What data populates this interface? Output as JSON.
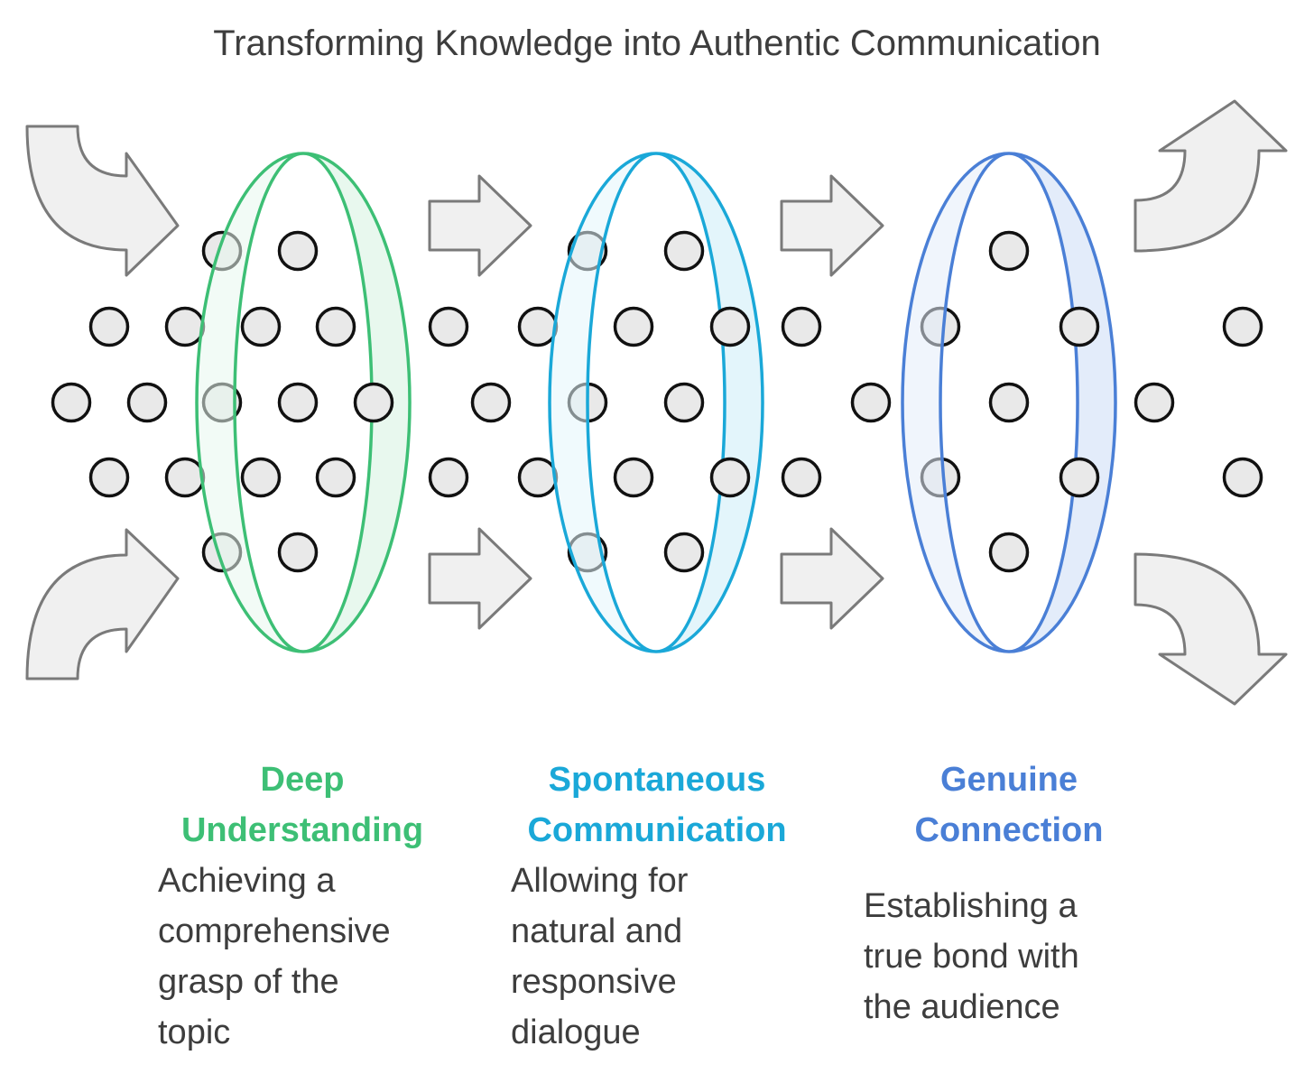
{
  "title": "Transforming Knowledge into Authentic Communication",
  "colors": {
    "arrow_fill": "#f0f0f0",
    "arrow_stroke": "#7a7a7a",
    "dot_fill": "#e9e9e9",
    "dot_stroke": "#111111",
    "text": "#3d3d3d"
  },
  "stages": [
    {
      "id": "deep-understanding",
      "title_lines": [
        "Deep",
        "Understanding"
      ],
      "description_lines": [
        "Achieving a",
        "comprehensive",
        "grasp of the",
        "topic"
      ],
      "color": "#3dbf75",
      "fill": "#e8f8ee"
    },
    {
      "id": "spontaneous-communication",
      "title_lines": [
        "Spontaneous",
        "Communication"
      ],
      "description_lines": [
        "Allowing for",
        "natural and",
        "responsive",
        "dialogue"
      ],
      "color": "#1aa8d8",
      "fill": "#e3f5fb"
    },
    {
      "id": "genuine-connection",
      "title_lines": [
        "Genuine",
        "Connection"
      ],
      "description_lines": [
        "Establishing a",
        "true bond with",
        "the audience"
      ],
      "color": "#4a7fd6",
      "fill": "#e3ecfa"
    }
  ]
}
